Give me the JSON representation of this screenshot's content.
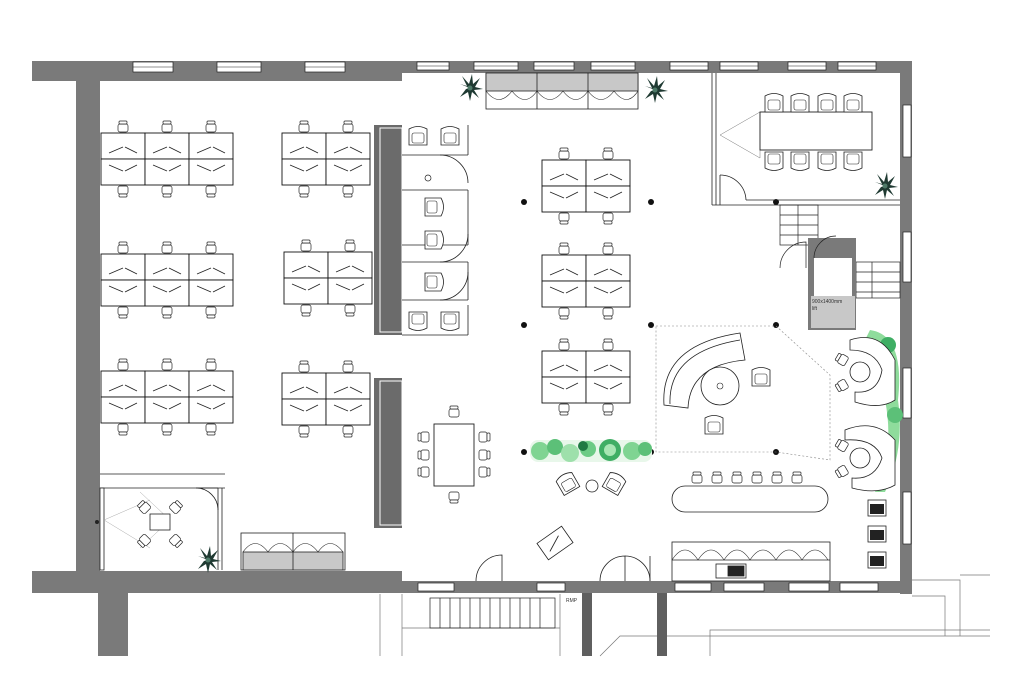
{
  "lift": {
    "size_label": "900x1400mm",
    "type_label": "lift"
  },
  "stair": {
    "ramp_label": "RMP"
  },
  "colors": {
    "wall": "#7a7a7a",
    "wall_dark": "#5f5f5f",
    "line": "#222222",
    "plant_dark": "#1f3a32",
    "plant_light": "#7fd492",
    "cabinet": "#c8c8c8"
  }
}
